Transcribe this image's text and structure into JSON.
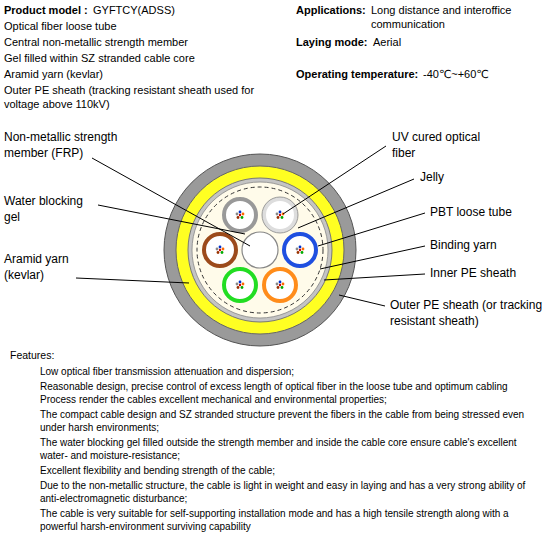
{
  "diagram": {
    "labels": [
      "Product model :",
      "GYFTCY(ADSS)",
      "Optical fiber loose tube",
      "Central non-metallic strength member",
      "Gel filled within SZ stranded cable core",
      "Aramid yarn (kevlar)",
      "Outer PE sheath (tracking resistant sheath used for voltage above 110kV)",
      "Applications:",
      "Long distance and interoffice communication",
      "Laying mode:",
      "Aerial",
      "Operating temperature:",
      "-40℃~+60℃",
      "Non-metallic strength member (FRP)",
      "Water blocking gel",
      "Aramid yarn (kevlar)",
      "UV cured optical fiber",
      "Jelly",
      "PBT loose tube",
      "Binding yarn",
      "Inner PE sheath",
      "Outer PE sheath (or tracking resistant sheath)",
      "Features:",
      "Low optical fiber transmission attenuation and dispersion;",
      "Reasonable design, precise control of excess length of optical fiber in the loose tube and optimum cabling Process render the cables excellent mechanical and environmental properties;",
      "The compact cable design and SZ stranded structure prevent the fibers in the cable from being stressed even under harsh environments;",
      "The water blocking gel filled outside the strength member and inside the cable core ensure cable's excellent water- and moisture-resistance;",
      "Excellent flexibility and bending strength of the cable;",
      "Due to the non-metallic structure, the cable is light in weight and easy in laying and has a very strong ability of anti-electromagnetic disturbance;",
      "The cable is very suitable for self-supporting installation mode and has a high tensile strength along with a powerful harsh-environment surviving capability"
    ]
  }
}
